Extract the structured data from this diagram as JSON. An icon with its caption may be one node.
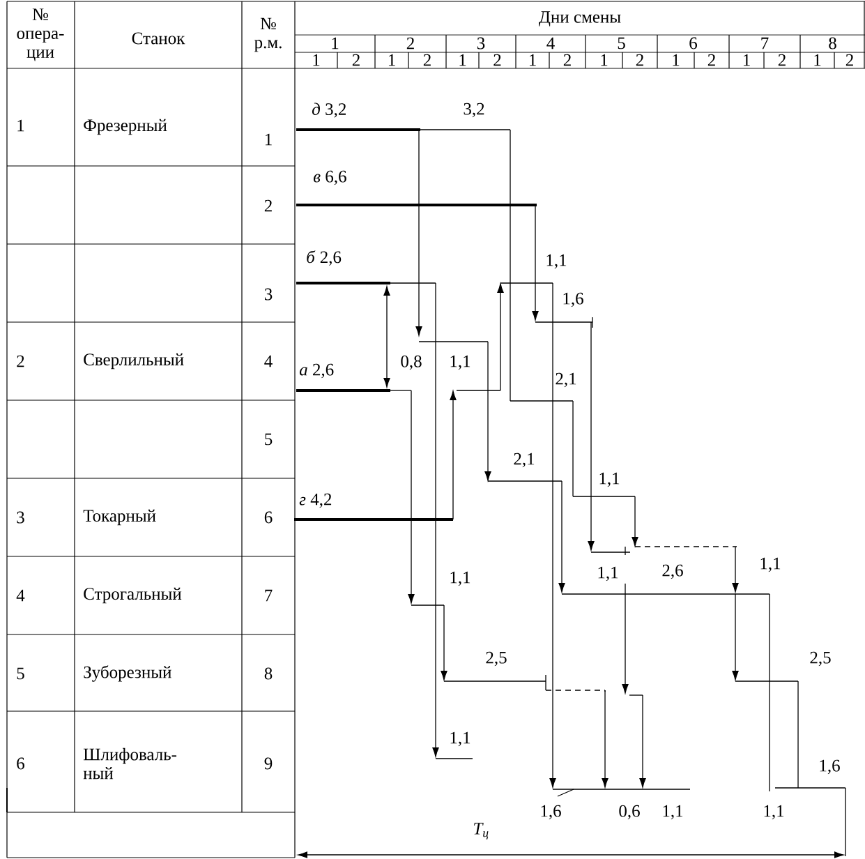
{
  "diagram": {
    "labels": [
      "№ опера-ции",
      "Станок",
      "№ р.м.",
      "Дни смены",
      "1",
      "2",
      "3",
      "4",
      "5",
      "6",
      "7",
      "8",
      "1",
      "2",
      "1",
      "2",
      "1",
      "2",
      "1",
      "2",
      "1",
      "2",
      "1",
      "2",
      "1",
      "2",
      "1",
      "2",
      "1",
      "Фрезерный",
      "1",
      "2",
      "3",
      "2",
      "Сверлильный",
      "4",
      "5",
      "3",
      "Токарный",
      "6",
      "4",
      "Строгальный",
      "7",
      "5",
      "Зуборезный",
      "8",
      "6",
      "Шлифоваль-ный",
      "9",
      "*д* 3,2",
      "3,2",
      "*в* 6,6",
      "*б* 2,6",
      "1,1",
      "1,6",
      "*а* 2,6",
      "0,8",
      "1,1",
      "2,1",
      "2,1",
      "1,1",
      "*г* 4,2",
      "1,1",
      "1,1",
      "2,6",
      "1,1",
      "2,5",
      "2,5",
      "1,1",
      "1,6",
      "1,6",
      "0,6",
      "1,1",
      "1,1",
      "T$_{ц}$"
    ]
  }
}
